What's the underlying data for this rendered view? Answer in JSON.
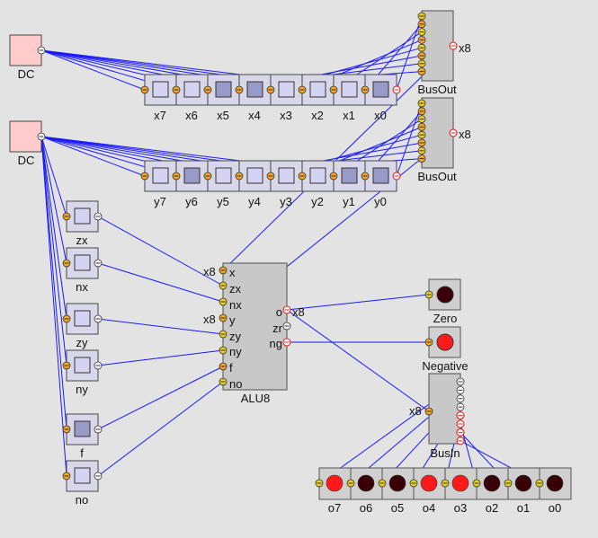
{
  "dc_top": {
    "label": "DC"
  },
  "dc_bottom": {
    "label": "DC"
  },
  "x_switches": [
    "x7",
    "x6",
    "x5",
    "x4",
    "x3",
    "x2",
    "x1",
    "x0"
  ],
  "x_states": [
    false,
    false,
    true,
    true,
    false,
    false,
    false,
    true
  ],
  "y_switches": [
    "y7",
    "y6",
    "y5",
    "y4",
    "y3",
    "y2",
    "y1",
    "y0"
  ],
  "y_states": [
    false,
    true,
    false,
    false,
    false,
    false,
    true,
    true
  ],
  "busout_top": {
    "label": "BusOut",
    "width_label": "x8"
  },
  "busout_bottom": {
    "label": "BusOut",
    "width_label": "x8"
  },
  "control_switches": [
    {
      "label": "zx",
      "on": false
    },
    {
      "label": "nx",
      "on": false
    },
    {
      "label": "zy",
      "on": false
    },
    {
      "label": "ny",
      "on": false
    },
    {
      "label": "f",
      "on": true
    },
    {
      "label": "no",
      "on": false
    }
  ],
  "alu": {
    "label": "ALU8",
    "inputs": [
      "x",
      "zx",
      "nx",
      "y",
      "zy",
      "ny",
      "f",
      "no"
    ],
    "x_width": "x8",
    "y_width": "x8",
    "outputs": [
      "o",
      "zr",
      "ng"
    ],
    "o_width": "x8"
  },
  "zero_lamp": {
    "label": "Zero",
    "on": false
  },
  "negative_lamp": {
    "label": "Negative",
    "on": true
  },
  "busin": {
    "label": "BusIn",
    "width_label": "x8"
  },
  "output_lamps": {
    "labels": [
      "o7",
      "o6",
      "o5",
      "o4",
      "o3",
      "o2",
      "o1",
      "o0"
    ],
    "states": [
      true,
      false,
      false,
      true,
      true,
      false,
      false,
      false
    ]
  },
  "colors": {
    "wire": "#1a1aff",
    "lamp_on": "#ff1a1a",
    "lamp_off": "#3a0008",
    "dc_fill": "#ffcccc"
  }
}
